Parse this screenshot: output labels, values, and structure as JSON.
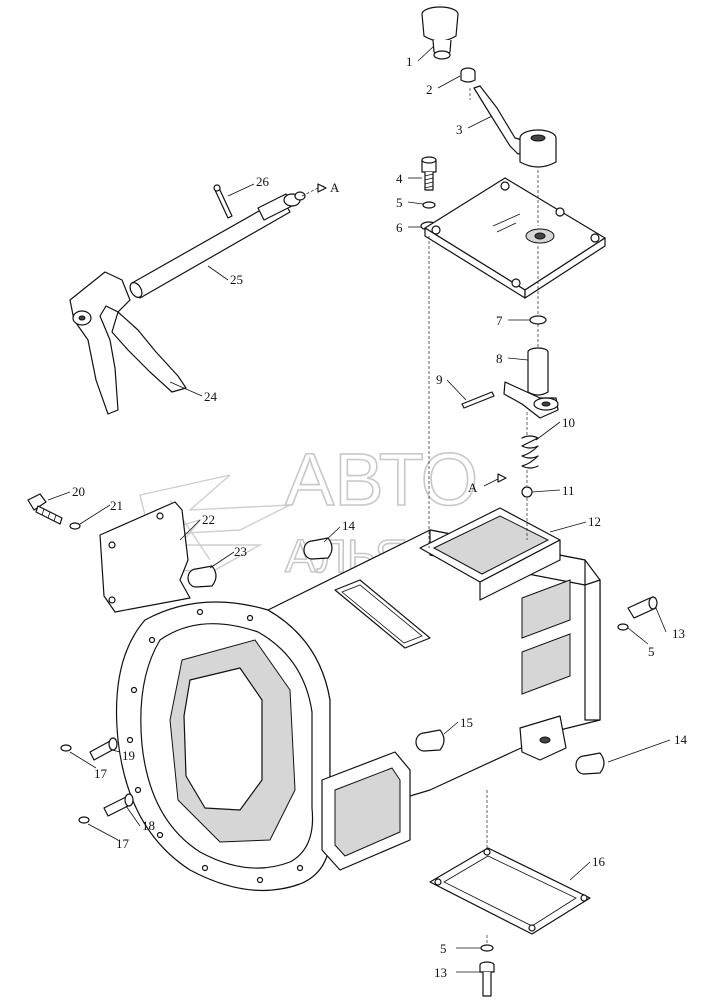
{
  "watermark": {
    "line1": "АВТО",
    "line2": "АЛЬЯНС"
  },
  "section_marks": {
    "a_top": "A",
    "a_housing": "A"
  },
  "callouts": [
    {
      "id": "c1",
      "label": "1"
    },
    {
      "id": "c2",
      "label": "2"
    },
    {
      "id": "c3",
      "label": "3"
    },
    {
      "id": "c4",
      "label": "4"
    },
    {
      "id": "c5a",
      "label": "5"
    },
    {
      "id": "c6",
      "label": "6"
    },
    {
      "id": "c7",
      "label": "7"
    },
    {
      "id": "c8",
      "label": "8"
    },
    {
      "id": "c9",
      "label": "9"
    },
    {
      "id": "c10",
      "label": "10"
    },
    {
      "id": "c11",
      "label": "11"
    },
    {
      "id": "c12",
      "label": "12"
    },
    {
      "id": "c13a",
      "label": "13"
    },
    {
      "id": "c5b",
      "label": "5"
    },
    {
      "id": "c14a",
      "label": "14"
    },
    {
      "id": "c14b",
      "label": "14"
    },
    {
      "id": "c15",
      "label": "15"
    },
    {
      "id": "c16",
      "label": "16"
    },
    {
      "id": "c5c",
      "label": "5"
    },
    {
      "id": "c13b",
      "label": "13"
    },
    {
      "id": "c17a",
      "label": "17"
    },
    {
      "id": "c17b",
      "label": "17"
    },
    {
      "id": "c18",
      "label": "18"
    },
    {
      "id": "c19",
      "label": "19"
    },
    {
      "id": "c20",
      "label": "20"
    },
    {
      "id": "c21",
      "label": "21"
    },
    {
      "id": "c22",
      "label": "22"
    },
    {
      "id": "c23",
      "label": "23"
    },
    {
      "id": "c24",
      "label": "24"
    },
    {
      "id": "c25",
      "label": "25"
    },
    {
      "id": "c26",
      "label": "26"
    }
  ]
}
